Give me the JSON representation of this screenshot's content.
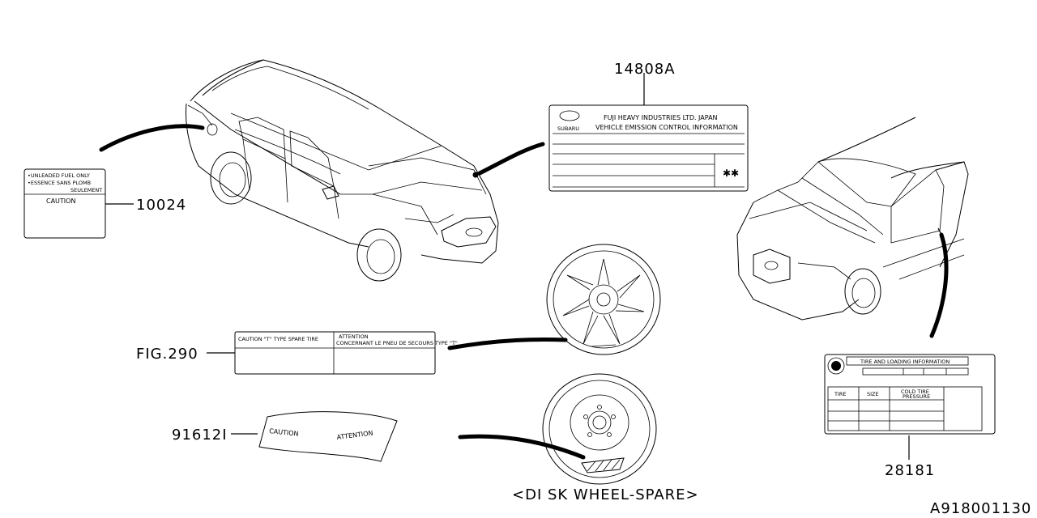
{
  "part_numbers": {
    "p14808a": "14808A",
    "p10024": "10024",
    "fig290": "FIG.290",
    "p91612i": "91612I",
    "p28181": "28181"
  },
  "caption": "<DI SK WHEEL-SPARE>",
  "diagram_id": "A918001130",
  "label_10024": {
    "line1": "•UNLEADED FUEL ONLY",
    "line2": "•ESSENCE SANS PLOMB",
    "line3": "SEULEMENT",
    "title": "CAUTION"
  },
  "label_14808a": {
    "line1": "FUJI HEAVY INDUSTRIES LTD. JAPAN",
    "line2": "VEHICLE EMISSION CONTROL INFORMATION",
    "brand": "SUBARU",
    "mark": "✱✱"
  },
  "label_fig290": {
    "left": "CAUTION \"T\" TYPE SPARE TIRE",
    "right_1": "ATTENTION",
    "right_2": "CONCERNANT LE PNEU DE SECOURS TYPE \"T\""
  },
  "label_91612i": {
    "left": "CAUTION",
    "right": "ATTENTION"
  },
  "label_28181": {
    "title": "TIRE AND LOADING INFORMATION",
    "col_tire": "TIRE",
    "col_size": "SIZE",
    "col_pressure_1": "COLD TIRE",
    "col_pressure_2": "PRESSURE"
  }
}
